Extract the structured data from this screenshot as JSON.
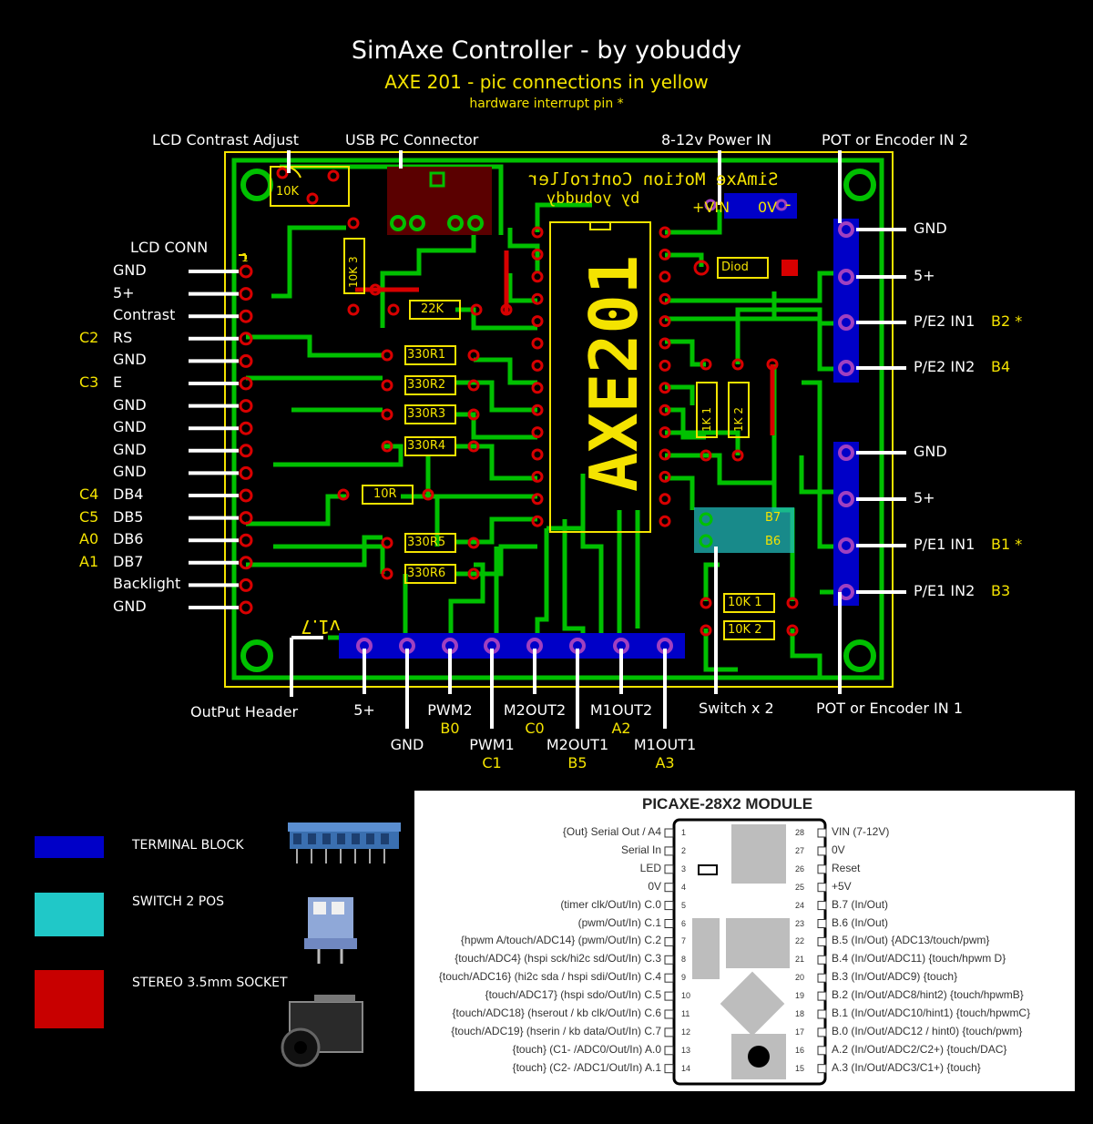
{
  "header": {
    "title": "SimAxe Controller - by yobuddy",
    "subtitle": "AXE 201 - pic connections in yellow",
    "note": "hardware interrupt pin *"
  },
  "pcb": {
    "silk_title": "SimAxe Motion Controller",
    "silk_author": "by yobuddy",
    "chip_label": "AXE201",
    "version": "v1.7",
    "power_vin": "+VIN",
    "power_0v": "0V",
    "power_minus": "-",
    "pin1_mark": "1",
    "components": {
      "pot": "10K",
      "r_10k3": "10K 3",
      "r_22k": "22K",
      "r_330r1": "330R1",
      "r_330r2": "330R2",
      "r_330r3": "330R3",
      "r_330r4": "330R4",
      "r_10r": "10R",
      "r_330r5": "330R5",
      "r_330r6": "330R6",
      "diode": "Diod",
      "r_1k1": "1K 1",
      "r_1k2": "1K 2",
      "r_10k1": "10K 1",
      "r_10k2": "10K 2",
      "sw_b7": "B7",
      "sw_b6": "B6"
    }
  },
  "top_labels": {
    "lcd_contrast": "LCD Contrast Adjust",
    "usb": "USB PC Connector",
    "power_in": "8-12v Power IN",
    "pot2": "POT or Encoder IN 2"
  },
  "lcd": {
    "title": "LCD CONN",
    "pins": [
      {
        "name": "GND",
        "pic": ""
      },
      {
        "name": "5+",
        "pic": ""
      },
      {
        "name": "Contrast",
        "pic": ""
      },
      {
        "name": "RS",
        "pic": "C2"
      },
      {
        "name": "GND",
        "pic": ""
      },
      {
        "name": "E",
        "pic": "C3"
      },
      {
        "name": "GND",
        "pic": ""
      },
      {
        "name": "GND",
        "pic": ""
      },
      {
        "name": "GND",
        "pic": ""
      },
      {
        "name": "GND",
        "pic": ""
      },
      {
        "name": "DB4",
        "pic": "C4"
      },
      {
        "name": "DB5",
        "pic": "C5"
      },
      {
        "name": "DB6",
        "pic": "A0"
      },
      {
        "name": "DB7",
        "pic": "A1"
      },
      {
        "name": "Backlight",
        "pic": ""
      },
      {
        "name": "GND",
        "pic": ""
      }
    ]
  },
  "right_pins": [
    {
      "name": "GND",
      "pic": ""
    },
    {
      "name": "5+",
      "pic": ""
    },
    {
      "name": "P/E2 IN1",
      "pic": "B2 *"
    },
    {
      "name": "P/E2 IN2",
      "pic": "B4"
    },
    {
      "name": "GND",
      "pic": ""
    },
    {
      "name": "5+",
      "pic": ""
    },
    {
      "name": "P/E1 IN1",
      "pic": "B1 *"
    },
    {
      "name": "P/E1 IN2",
      "pic": "B3"
    }
  ],
  "bottom": {
    "output_header": "OutPut Header",
    "switch": "Switch x 2",
    "pot1": "POT or Encoder IN 1",
    "pins": [
      {
        "name": "5+",
        "pic": ""
      },
      {
        "name": "GND",
        "pic": ""
      },
      {
        "name": "PWM2",
        "pic": "B0"
      },
      {
        "name": "PWM1",
        "pic": "C1"
      },
      {
        "name": "M2OUT2",
        "pic": "C0"
      },
      {
        "name": "M2OUT1",
        "pic": "B5"
      },
      {
        "name": "M1OUT2",
        "pic": "A2"
      },
      {
        "name": "M1OUT1",
        "pic": "A3"
      }
    ]
  },
  "legend": [
    {
      "label": "TERMINAL BLOCK",
      "color": "#0000c8"
    },
    {
      "label": "SWITCH  2 POS",
      "color": "#20c8c8"
    },
    {
      "label": "STEREO 3.5mm SOCKET",
      "color": "#c80000"
    }
  ],
  "module": {
    "title": "PICAXE-28X2 MODULE",
    "left_pins": [
      {
        "n": "1",
        "label": "{Out} Serial Out / A4"
      },
      {
        "n": "2",
        "label": "Serial In"
      },
      {
        "n": "3",
        "label": "LED"
      },
      {
        "n": "4",
        "label": "0V"
      },
      {
        "n": "5",
        "label": "(timer clk/Out/In) C.0"
      },
      {
        "n": "6",
        "label": "(pwm/Out/In) C.1"
      },
      {
        "n": "7",
        "label": "{hpwm A/touch/ADC14} (pwm/Out/In) C.2"
      },
      {
        "n": "8",
        "label": "{touch/ADC4} (hspi sck/hi2c sd/Out/In) C.3"
      },
      {
        "n": "9",
        "label": "{touch/ADC16} (hi2c sda / hspi sdi/Out/In) C.4"
      },
      {
        "n": "10",
        "label": "{touch/ADC17} (hspi sdo/Out/In) C.5"
      },
      {
        "n": "11",
        "label": "{touch/ADC18} (hserout / kb clk/Out/In) C.6"
      },
      {
        "n": "12",
        "label": "{touch/ADC19} (hserin / kb data/Out/In) C.7"
      },
      {
        "n": "13",
        "label": "{touch} (C1- /ADC0/Out/In) A.0"
      },
      {
        "n": "14",
        "label": "{touch} (C2- /ADC1/Out/In) A.1"
      }
    ],
    "right_pins": [
      {
        "n": "28",
        "label": "VIN (7-12V)"
      },
      {
        "n": "27",
        "label": "0V"
      },
      {
        "n": "26",
        "label": "Reset"
      },
      {
        "n": "25",
        "label": "+5V"
      },
      {
        "n": "24",
        "label": "B.7 (In/Out)"
      },
      {
        "n": "23",
        "label": "B.6 (In/Out)"
      },
      {
        "n": "22",
        "label": "B.5 (In/Out) {ADC13/touch/pwm}"
      },
      {
        "n": "21",
        "label": "B.4 (In/Out/ADC11) {touch/hpwm D}"
      },
      {
        "n": "20",
        "label": "B.3 (In/Out/ADC9) {touch}"
      },
      {
        "n": "19",
        "label": "B.2 (In/Out/ADC8/hint2) {touch/hpwmB}"
      },
      {
        "n": "18",
        "label": "B.1 (In/Out/ADC10/hint1) {touch/hpwmC}"
      },
      {
        "n": "17",
        "label": "B.0 (In/Out/ADC12 / hint0) {touch/pwm}"
      },
      {
        "n": "16",
        "label": "A.2 (In/Out/ADC2/C2+) {touch/DAC}"
      },
      {
        "n": "15",
        "label": "A.3 (In/Out/ADC3/C1+) {touch}"
      }
    ]
  },
  "colors": {
    "frame": "#d40000",
    "board": "#000000",
    "trace": "#00c000",
    "silk": "#f4e300",
    "pad": "#d80000",
    "terminal": "#0000c8",
    "switch": "#20b8b8",
    "pic_text": "#f4e300"
  }
}
